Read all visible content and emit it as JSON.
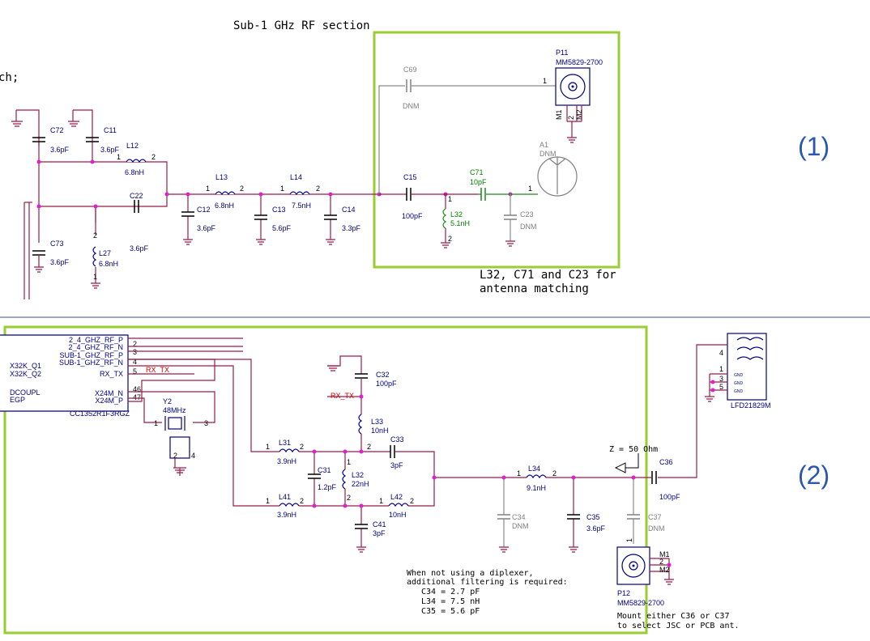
{
  "title": "Sub-1 GHz RF section",
  "fragment_top_left": "ch;",
  "section_labels": {
    "one": "(1)",
    "two": "(2)"
  },
  "notes": {
    "matching_line1": "L32, C71 and C23 for",
    "matching_line2": "antenna matching",
    "z": "Z = 50 Ohm",
    "diplexer_line1": "When not using a diplexer,",
    "diplexer_line2": "additional filtering is required:",
    "diplexer_c34": "C34 = 2.7 pF",
    "diplexer_l34": "L34 = 7.5 nH",
    "diplexer_c35": "C35 = 5.6 pF",
    "mount_line1": "Mount either C36 or C37",
    "mount_line2": "to select JSC or PCB ant."
  },
  "top": {
    "p11_ref": "P11",
    "p11_part": "MM5829-2700",
    "a1_ref": "A1",
    "a1_val": "DNM",
    "c69": "C69",
    "c69_val": "DNM",
    "c72": "C72",
    "c72_val": "3.6pF",
    "c11": "C11",
    "c11_val": "3.6pF",
    "l12": "L12",
    "l12_val": "6.8nH",
    "c22": "C22",
    "c22_val": "3.6pF",
    "c73": "C73",
    "c73_val": "3.6pF",
    "l27": "L27",
    "l27_val": "6.8nH",
    "l13": "L13",
    "l13_val": "6.8nH",
    "c12": "C12",
    "c12_val": "3.6pF",
    "l14": "L14",
    "l14_val": "7.5nH",
    "c13": "C13",
    "c13_val": "5.6pF",
    "c14": "C14",
    "c14_val": "3.3pF",
    "c15": "C15",
    "c15_val": "100pF",
    "c71": "C71",
    "c71_val": "10pF",
    "l32": "L32",
    "l32_val": "5.1nH",
    "c23": "C23",
    "c23_val": "DNM",
    "m1": "M1",
    "m2": "M2",
    "pin2": "2",
    "pin1": "1"
  },
  "bottom": {
    "pins_left": [
      "X32K_Q1",
      "X32K_Q2",
      "DCOUPL",
      "EGP"
    ],
    "pins_right": [
      "2_4_GHZ_RF_P",
      "2_4_GHZ_RF_N",
      "SUB-1_GHZ_RF_P",
      "SUB-1_GHZ_RF_N",
      "RX_TX",
      "X24M_N",
      "X24M_P"
    ],
    "pin_nums": [
      "2",
      "3",
      "4",
      "5",
      "46",
      "47"
    ],
    "chip": "CC1352R1F3RGZ",
    "rxtx": "RX_TX",
    "rxtx2": "RX_TX",
    "y2": "Y2",
    "y2_val": "48MHz",
    "c32": "C32",
    "c32_val": "100pF",
    "l33": "L33",
    "l33_val": "10nH",
    "c33": "C33",
    "c33_val": "3pF",
    "l31": "L31",
    "l31_val": "3.9nH",
    "c31": "C31",
    "c31_val": "1.2pF",
    "l32": "L32",
    "l32_val": "22nH",
    "l41": "L41",
    "l41_val": "3.9nH",
    "l42": "L42",
    "l42_val": "10nH",
    "c41": "C41",
    "c41_val": "3pF",
    "l34": "L34",
    "l34_val": "9.1nH",
    "c34": "C34",
    "c34_val": "DNM",
    "c35": "C35",
    "c35_val": "3.6pF",
    "c36": "C36",
    "c36_val": "100pF",
    "c37": "C37",
    "c37_val": "DNM",
    "p12": "P12",
    "p12_part": "MM5829-2700",
    "lfd": "LFD21829M",
    "filter_pins": [
      "4",
      "1",
      "3",
      "5"
    ],
    "gnd_small": [
      "GND",
      "GND",
      "GND"
    ],
    "m1": "M1",
    "m2": "M2",
    "pin2": "2",
    "pin1": "1"
  }
}
